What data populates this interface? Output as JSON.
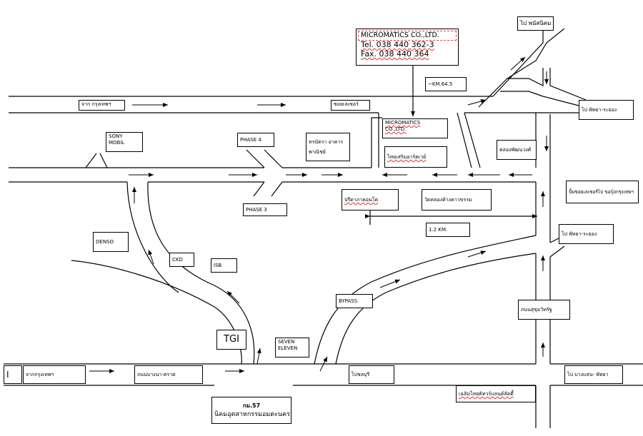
{
  "company_box": {
    "name": "MICROMATICS CO.,LTD.",
    "tel": "Tel. 038 440 362-3",
    "fax": "Fax. 038 440 364"
  },
  "labels": {
    "to_phanat": "ไป พนัสนิคม",
    "km645": "~KM.64.5",
    "to_pattaya_top": "ไป พัทยา-ระยอง",
    "to_pattaya_mid": "ไป พัทยา-ระยอง",
    "from_bkk_top": "จาก กรุงเทพฯ",
    "center_top": "ซอยเลเซอร์",
    "sony": "SONY\nMOBIL",
    "phase4": "PHASE 4",
    "phase3": "PHASE 3",
    "thai_building": "ทรนัตรา อาคาร\nพาณิชย์",
    "micro_small": "MICROMATICS\nCO.,LTD.",
    "thai_sermarakorn": "ไทยเสริมอาร์คเวย์",
    "kasetphan": "คลองพัฒนวงศ์",
    "to_km_circle": "ปั้มซอยเลเซอร์ไป ขอบุ้งกรุงเทพฯ",
    "piyathon": "ปรีดาภาคอนโด",
    "wat": "วัดคลองค้างคาวขรรม",
    "distance": "1.2 KM.",
    "denso": "DENSO",
    "ckd": "CKD",
    "isb": "ISB",
    "tgi": "TGI",
    "seven": "SEVEN\nELEVEN",
    "bypass": "BYPASS",
    "sukhumvit": "ถนนสุขุมวิทรัฐ",
    "bottom_i": "I",
    "from_bkk_bottom": "จากกรุงเทพฯ",
    "bangna_road": "ถนนบางนา-ตราด",
    "to_chonburi": "ไปชลบุรี",
    "to_bangsaen": "ไป บางแสน- พัทยา",
    "chalerm": "เฉลิมไทยคิทวร์แลนด์ลัดดี้",
    "km57": "กม.57",
    "amata": "นิคมอุตสาหกรรมอมตะนคร"
  }
}
